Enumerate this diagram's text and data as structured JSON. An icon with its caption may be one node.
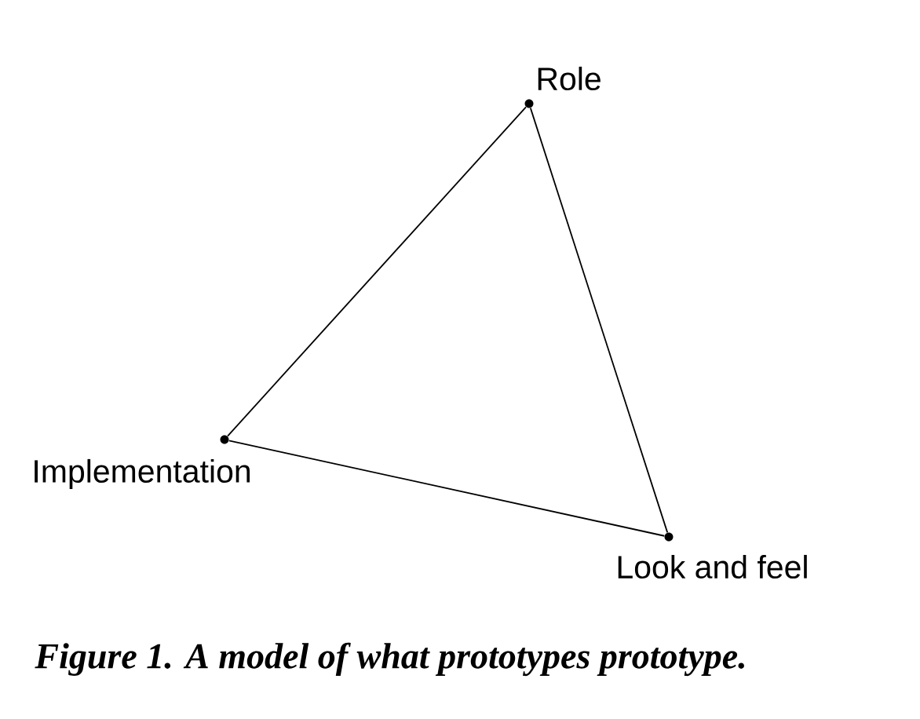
{
  "diagram": {
    "caption": "Figure 1. A model of what prototypes prototype.",
    "nodes": [
      {
        "text": [],
        "shape": "circle",
        "beside": [
          "Role"
        ]
      },
      {
        "text": [],
        "shape": "circle",
        "beside": [
          "Implementation"
        ]
      },
      {
        "text": [],
        "shape": "circle",
        "beside": [
          "Look and feel"
        ]
      }
    ],
    "edges": [
      {
        "from": 0,
        "to": 1,
        "arrow": "none"
      },
      {
        "from": 1,
        "to": 2,
        "arrow": "none"
      },
      {
        "from": 2,
        "to": 0,
        "arrow": "none"
      }
    ]
  }
}
